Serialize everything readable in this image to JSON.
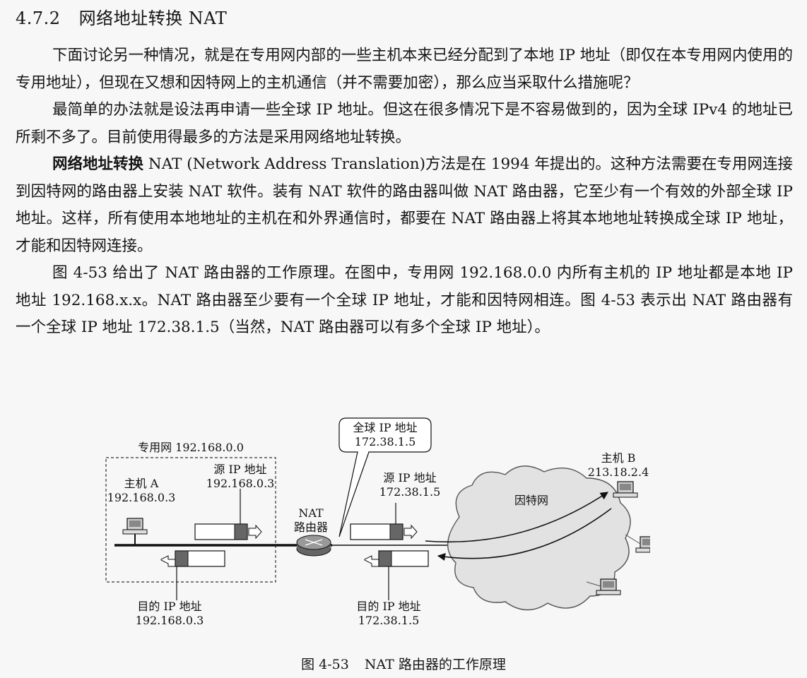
{
  "section": {
    "number": "4.7.2",
    "title": "网络地址转换 NAT"
  },
  "paragraphs": [
    {
      "text": "下面讨论另一种情况，就是在专用网内部的一些主机本来已经分配到了本地 IP 地址（即仅在本专用网内使用的专用地址），但现在又想和因特网上的主机通信（并不需要加密），那么应当采取什么措施呢？"
    },
    {
      "text": "最简单的办法就是设法再申请一些全球 IP 地址。但这在很多情况下是不容易做到的，因为全球 IPv4 的地址已所剩不多了。目前使用得最多的方法是采用网络地址转换。"
    },
    {
      "term": "网络地址转换",
      "text": " NAT (Network Address Translation)方法是在 1994 年提出的。这种方法需要在专用网连接到因特网的路由器上安装 NAT 软件。装有 NAT 软件的路由器叫做 NAT 路由器，它至少有一个有效的外部全球 IP 地址。这样，所有使用本地地址的主机在和外界通信时，都要在 NAT 路由器上将其本地地址转换成全球 IP 地址，才能和因特网连接。"
    },
    {
      "text": "图 4-53 给出了 NAT 路由器的工作原理。在图中，专用网 192.168.0.0 内所有主机的 IP 地址都是本地 IP 地址 192.168.x.x。NAT 路由器至少要有一个全球 IP 地址，才能和因特网相连。图 4-53 表示出 NAT 路由器有一个全球 IP 地址 172.38.1.5（当然，NAT 路由器可以有多个全球 IP 地址）。"
    }
  ],
  "figure": {
    "private_net_label": "专用网 192.168.0.0",
    "host_a": {
      "name": "主机 A",
      "ip": "192.168.0.3"
    },
    "src_left": {
      "label": "源 IP 地址",
      "ip": "192.168.0.3"
    },
    "router": {
      "line1": "NAT",
      "line2": "路由器"
    },
    "global_ip": {
      "label": "全球 IP 地址",
      "ip": "172.38.1.5"
    },
    "src_right": {
      "label": "源 IP 地址",
      "ip": "172.38.1.5"
    },
    "internet_label": "因特网",
    "host_b": {
      "name": "主机 B",
      "ip": "213.18.2.4"
    },
    "dst_left": {
      "label": "目的 IP 地址",
      "ip": "192.168.0.3"
    },
    "dst_right": {
      "label": "目的 IP 地址",
      "ip": "172.38.1.5"
    },
    "caption": {
      "number": "图 4-53",
      "title": "NAT 路由器的工作原理"
    }
  }
}
